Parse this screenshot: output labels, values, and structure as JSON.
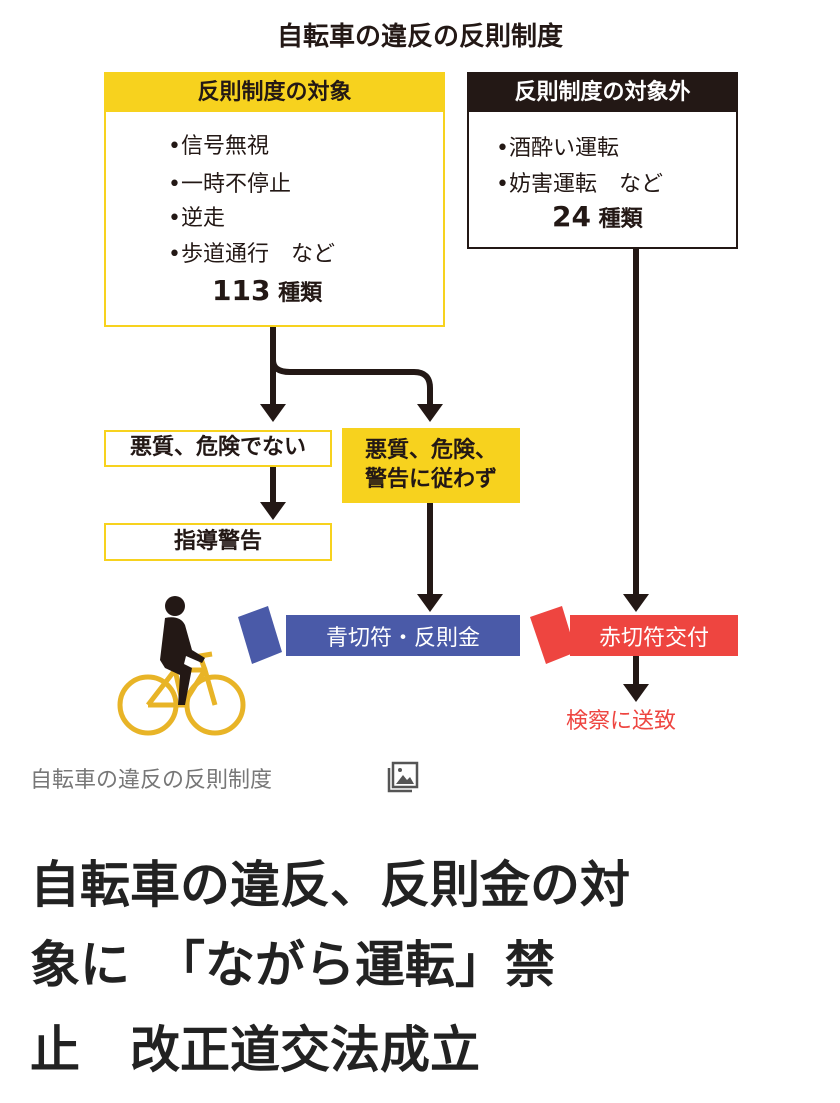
{
  "figure": {
    "title": "自転車の違反の反則制度",
    "covered": {
      "header": "反則制度の対象",
      "items": [
        "•信号無視",
        "•一時不停止",
        "•逆走",
        "•歩道通行　など"
      ],
      "count_num": "113",
      "count_unit": "種類"
    },
    "not_covered": {
      "header": "反則制度の対象外",
      "items": [
        "•酒酔い運転",
        "•妨害運転　など"
      ],
      "count_num": "24",
      "count_unit": "種類"
    },
    "not_malicious": "悪質、危険でない",
    "malicious": "悪質、危険、\n警告に従わず",
    "guidance": "指導警告",
    "blue_ticket": "青切符・反則金",
    "red_ticket": "赤切符交付",
    "prosecution": "検察に送致",
    "colors": {
      "yellow": "#f7d21e",
      "blue": "#4a5aa8",
      "red": "#ee4540",
      "dark": "#231815"
    }
  },
  "caption": "自転車の違反の反則制度",
  "headline": [
    "自転車の違反、反則金の対",
    "象に　「ながら運転」禁",
    "止　改正道交法成立"
  ]
}
